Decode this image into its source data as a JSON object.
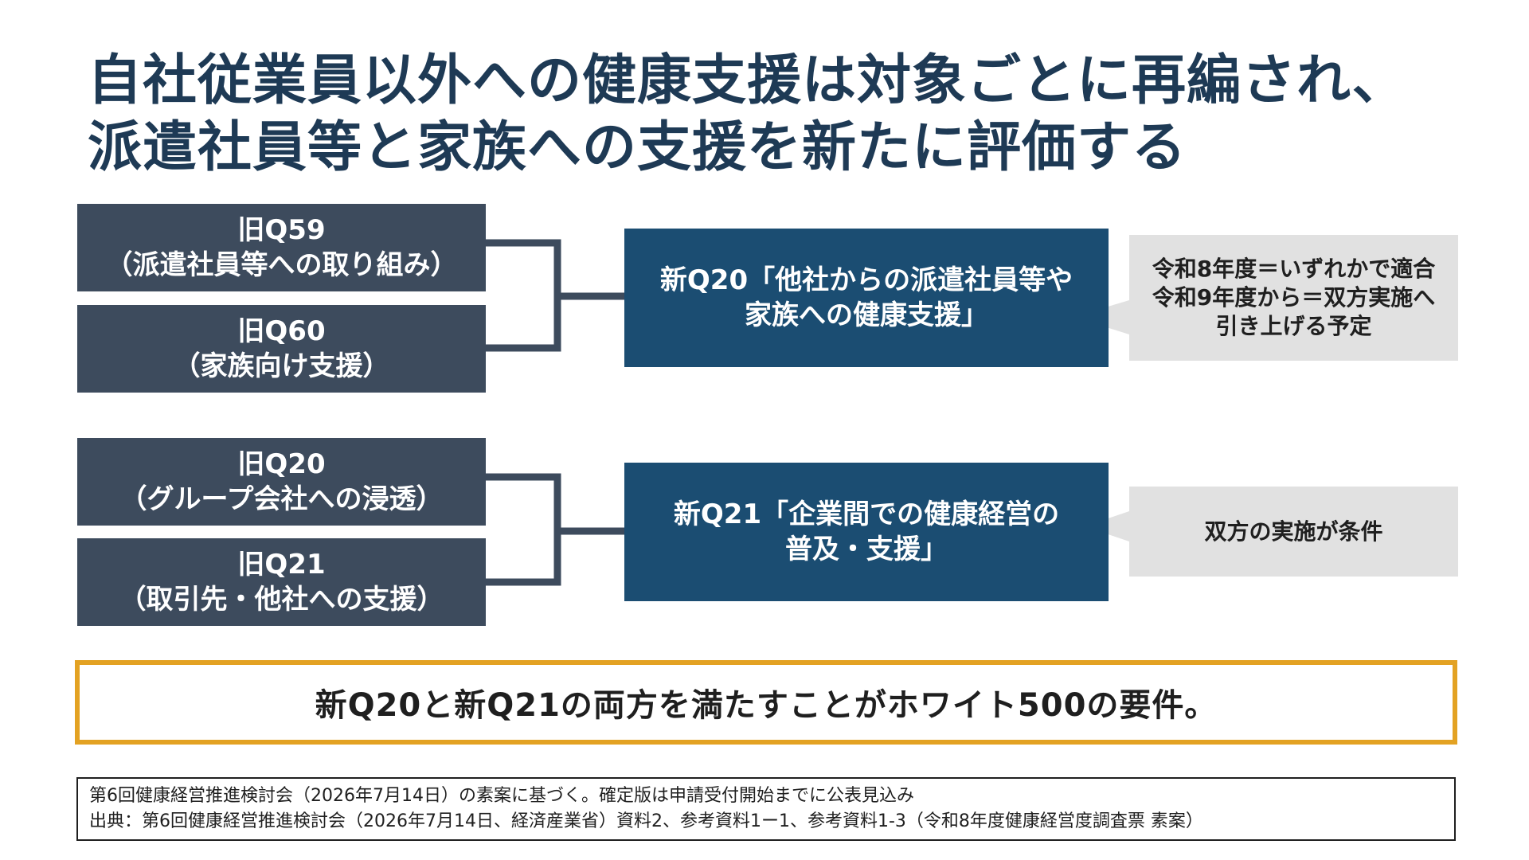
{
  "title": {
    "line1": "自社従業員以外への健康支援は対象ごとに再編され、",
    "line2": "派遣社員等と家族への支援を新たに評価する"
  },
  "group1": {
    "old_a": {
      "code": "旧Q59",
      "desc": "（派遣社員等への取り組み）"
    },
    "old_b": {
      "code": "旧Q60",
      "desc": "（家族向け支援）"
    },
    "new": {
      "line1": "新Q20「他社からの派遣社員等や",
      "line2": "家族への健康支援」"
    },
    "note": {
      "line1": "令和8年度＝いずれかで適合",
      "line2": "令和9年度から＝双方実施へ",
      "line3": "引き上げる予定"
    }
  },
  "group2": {
    "old_a": {
      "code": "旧Q20",
      "desc": "（グループ会社への浸透）"
    },
    "old_b": {
      "code": "旧Q21",
      "desc": "（取引先・他社への支援）"
    },
    "new": {
      "line1": "新Q21「企業間での健康経営の",
      "line2": "普及・支援」"
    },
    "note": {
      "line1": "双方の実施が条件"
    }
  },
  "conclusion": "新Q20と新Q21の両方を満たすことがホワイト500の要件。",
  "source": {
    "line1": "第6回健康経営推進検討会（2026年7月14日）の素案に基づく。確定版は申請受付開始までに公表見込み",
    "line2": "出典：第6回健康経営推進検討会（2026年7月14日、経済産業省）資料2、参考資料1ー1、参考資料1-3（令和8年度健康経営度調査票 素案）"
  },
  "colors": {
    "title": "#1e3a55",
    "old_box": "#3d4b5d",
    "new_box": "#1b4d72",
    "note_box": "#e1e1e1",
    "conclusion_border": "#e3a223"
  }
}
